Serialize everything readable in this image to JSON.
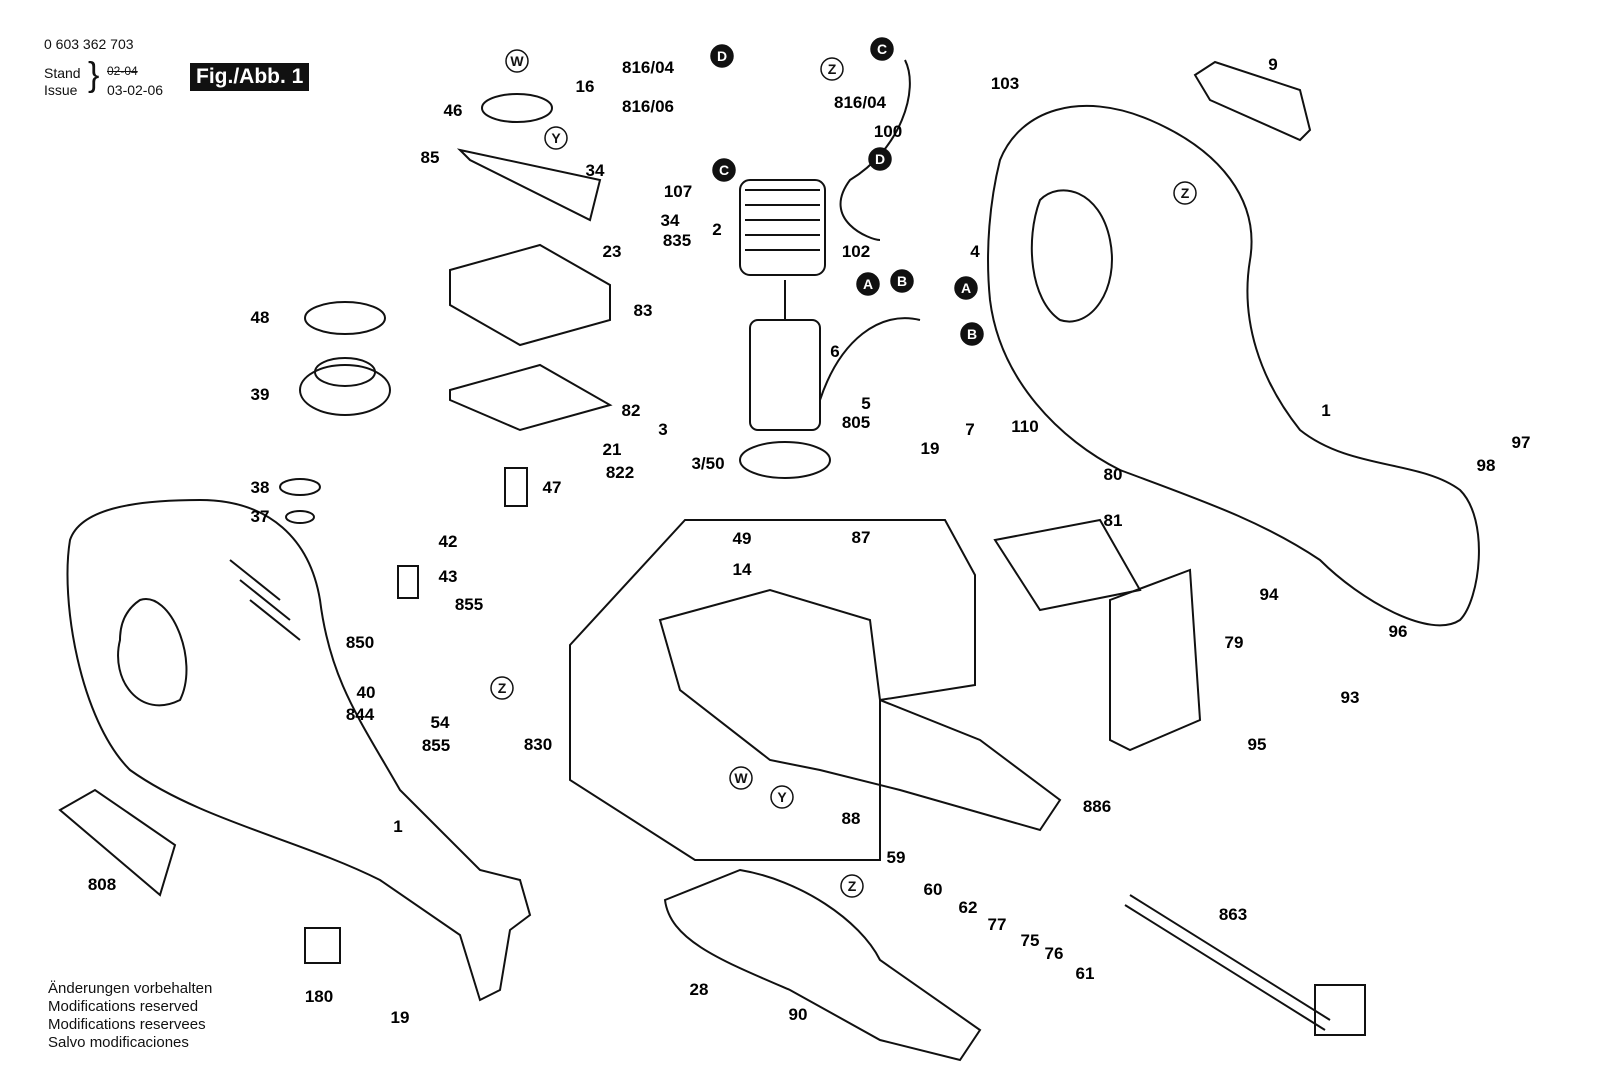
{
  "header": {
    "part_number": "0 603 362 703",
    "stand_label": "Stand",
    "issue_label": "Issue",
    "old_date": "02-04",
    "issue_date": "03-02-06",
    "figure_label": "Fig./Abb. 1"
  },
  "notes": [
    "Änderungen vorbehalten",
    "Modifications reserved",
    "Modifications reservees",
    "Salvo modificaciones"
  ],
  "part_labels": [
    "46",
    "85",
    "34",
    "34",
    "835",
    "23",
    "83",
    "82",
    "21",
    "822",
    "47",
    "48",
    "39",
    "38",
    "37",
    "42",
    "43",
    "855",
    "850",
    "40",
    "844",
    "54",
    "855",
    "16",
    "816/04",
    "816/06",
    "816/04",
    "107",
    "2",
    "103",
    "100",
    "102",
    "4",
    "6",
    "5",
    "805",
    "3",
    "3/50",
    "19",
    "7",
    "110",
    "9",
    "1",
    "97",
    "98",
    "80",
    "81",
    "49",
    "87",
    "14",
    "79",
    "94",
    "96",
    "93",
    "95",
    "830",
    "886",
    "88",
    "1",
    "808",
    "59",
    "60",
    "62",
    "77",
    "75",
    "76",
    "61",
    "863",
    "28",
    "90",
    "180",
    "19"
  ],
  "reference_markers": [
    "W",
    "Y",
    "Z",
    "D",
    "D",
    "C",
    "C",
    "Z",
    "A",
    "B",
    "A",
    "B",
    "Z",
    "W",
    "Y",
    "Z"
  ],
  "colors": {
    "ink": "#111111",
    "background": "#ffffff",
    "hatch": "#888888"
  }
}
